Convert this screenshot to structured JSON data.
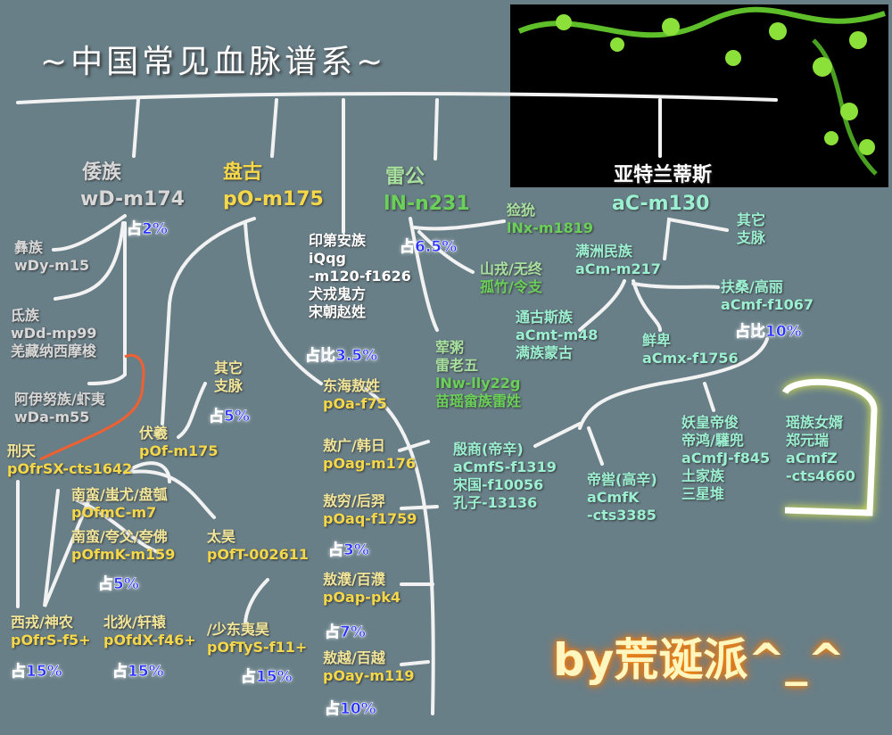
{
  "title": "~中国常见血脉谱系~",
  "signature": "by荒诞派^_^",
  "colors": {
    "background": "#687f88",
    "wD": "#d8d8d8",
    "pO": "#f5d84a",
    "lN": "#6ad05a",
    "aC": "#9cf0d2",
    "percent": "#2830ff",
    "highlight": "#f4ff40",
    "red_link": "#f06030"
  },
  "roots": {
    "wD": {
      "name": "倭族",
      "code": "wD-m174",
      "pct": "占2%"
    },
    "pO": {
      "name": "盘古",
      "code": "pO-m175"
    },
    "lN": {
      "name": "雷公",
      "code": "lN-n231",
      "pct": "占6.5%"
    },
    "aC": {
      "name": "亚特兰蒂斯",
      "code": "aC-m130"
    }
  },
  "nodes": {
    "yi": [
      "彝族",
      "wDy-m15"
    ],
    "di": [
      "氐族",
      "wDd-mp99",
      "羌藏纳西摩梭"
    ],
    "ainu": [
      "阿伊努族/虾夷",
      "wDa-m55"
    ],
    "iqqg": [
      "印第安族",
      "iQqg",
      "-m120-f1626",
      "犬戎鬼方",
      "宋朝赵姓"
    ],
    "iqqg_pct": "占比3.5%",
    "other_po": [
      "其它",
      "支脉"
    ],
    "other_po_pct": "占5%",
    "fuxi": [
      "伏羲",
      "pOf-m175"
    ],
    "xingtian": [
      "刑天",
      "pOfrSX-cts1642"
    ],
    "nanman1": [
      "南蛮/蚩尤/盘瓠",
      "pOfmC-m7"
    ],
    "nanman2": [
      "南蛮/夸父/夸佛",
      "pOfmK-m159"
    ],
    "nanman_pct": "占5%",
    "taihao": [
      "太昊",
      "pOfT-002611"
    ],
    "xirong": [
      "西戎/神农",
      "pOfrS-f5+"
    ],
    "xirong_pct": "占15%",
    "beidi": [
      "北狄/轩辕",
      "pOfdX-f46+"
    ],
    "beidi_pct": "占15%",
    "shaodong": [
      "/少东夷昊",
      "pOfTyS-f11+"
    ],
    "shaodong_pct": "占15%",
    "donghai": [
      "东海敖姓",
      "pOa-f75"
    ],
    "aoguang": [
      "敖广/韩日",
      "pOag-m176"
    ],
    "aoqiong": [
      "敖穷/后羿",
      "pOaq-f1759"
    ],
    "aoqiong_pct": "占3%",
    "aopu": [
      "敖濮/百濮",
      "pOap-pk4"
    ],
    "aopu_pct": "占7%",
    "aoyue": [
      "敖越/百越",
      "pOay-m119"
    ],
    "aoyue_pct": "占10%",
    "xianyun": [
      "猃狁",
      "lNx-m1819"
    ],
    "shanrong": [
      "山戎/无终",
      "孤竹/令支"
    ],
    "beizhou": [
      "荤粥",
      "雷老五",
      "lNw-lly22g",
      "苗瑶畲族雷姓"
    ],
    "other_ac": [
      "其它",
      "支脉"
    ],
    "manzhou": [
      "满洲民族",
      "aCm-m217"
    ],
    "tonggusi": [
      "通古斯族",
      "aCmt-m48",
      "满族蒙古"
    ],
    "xianbei": [
      "鲜卑",
      "aCmx-f1756"
    ],
    "fusang": [
      "扶桑/高丽",
      "aCmf-f1067"
    ],
    "fusang_pct": "占比10%",
    "yinshang": [
      "殷商(帝辛)",
      "aCmfS-f1319",
      "宋国-f10056",
      "孔子-13136"
    ],
    "diku": [
      "帝喾(高辛)",
      "aCmfK",
      "-cts3385"
    ],
    "yaohuang": [
      "妖皇帝俊",
      "帝鸿/驩兜",
      "aCmfJ-f845",
      "土家族",
      "三星堆"
    ],
    "yaozu": [
      "瑶族女婿",
      "郑元瑞",
      "aCmfZ",
      "-cts4660"
    ]
  }
}
